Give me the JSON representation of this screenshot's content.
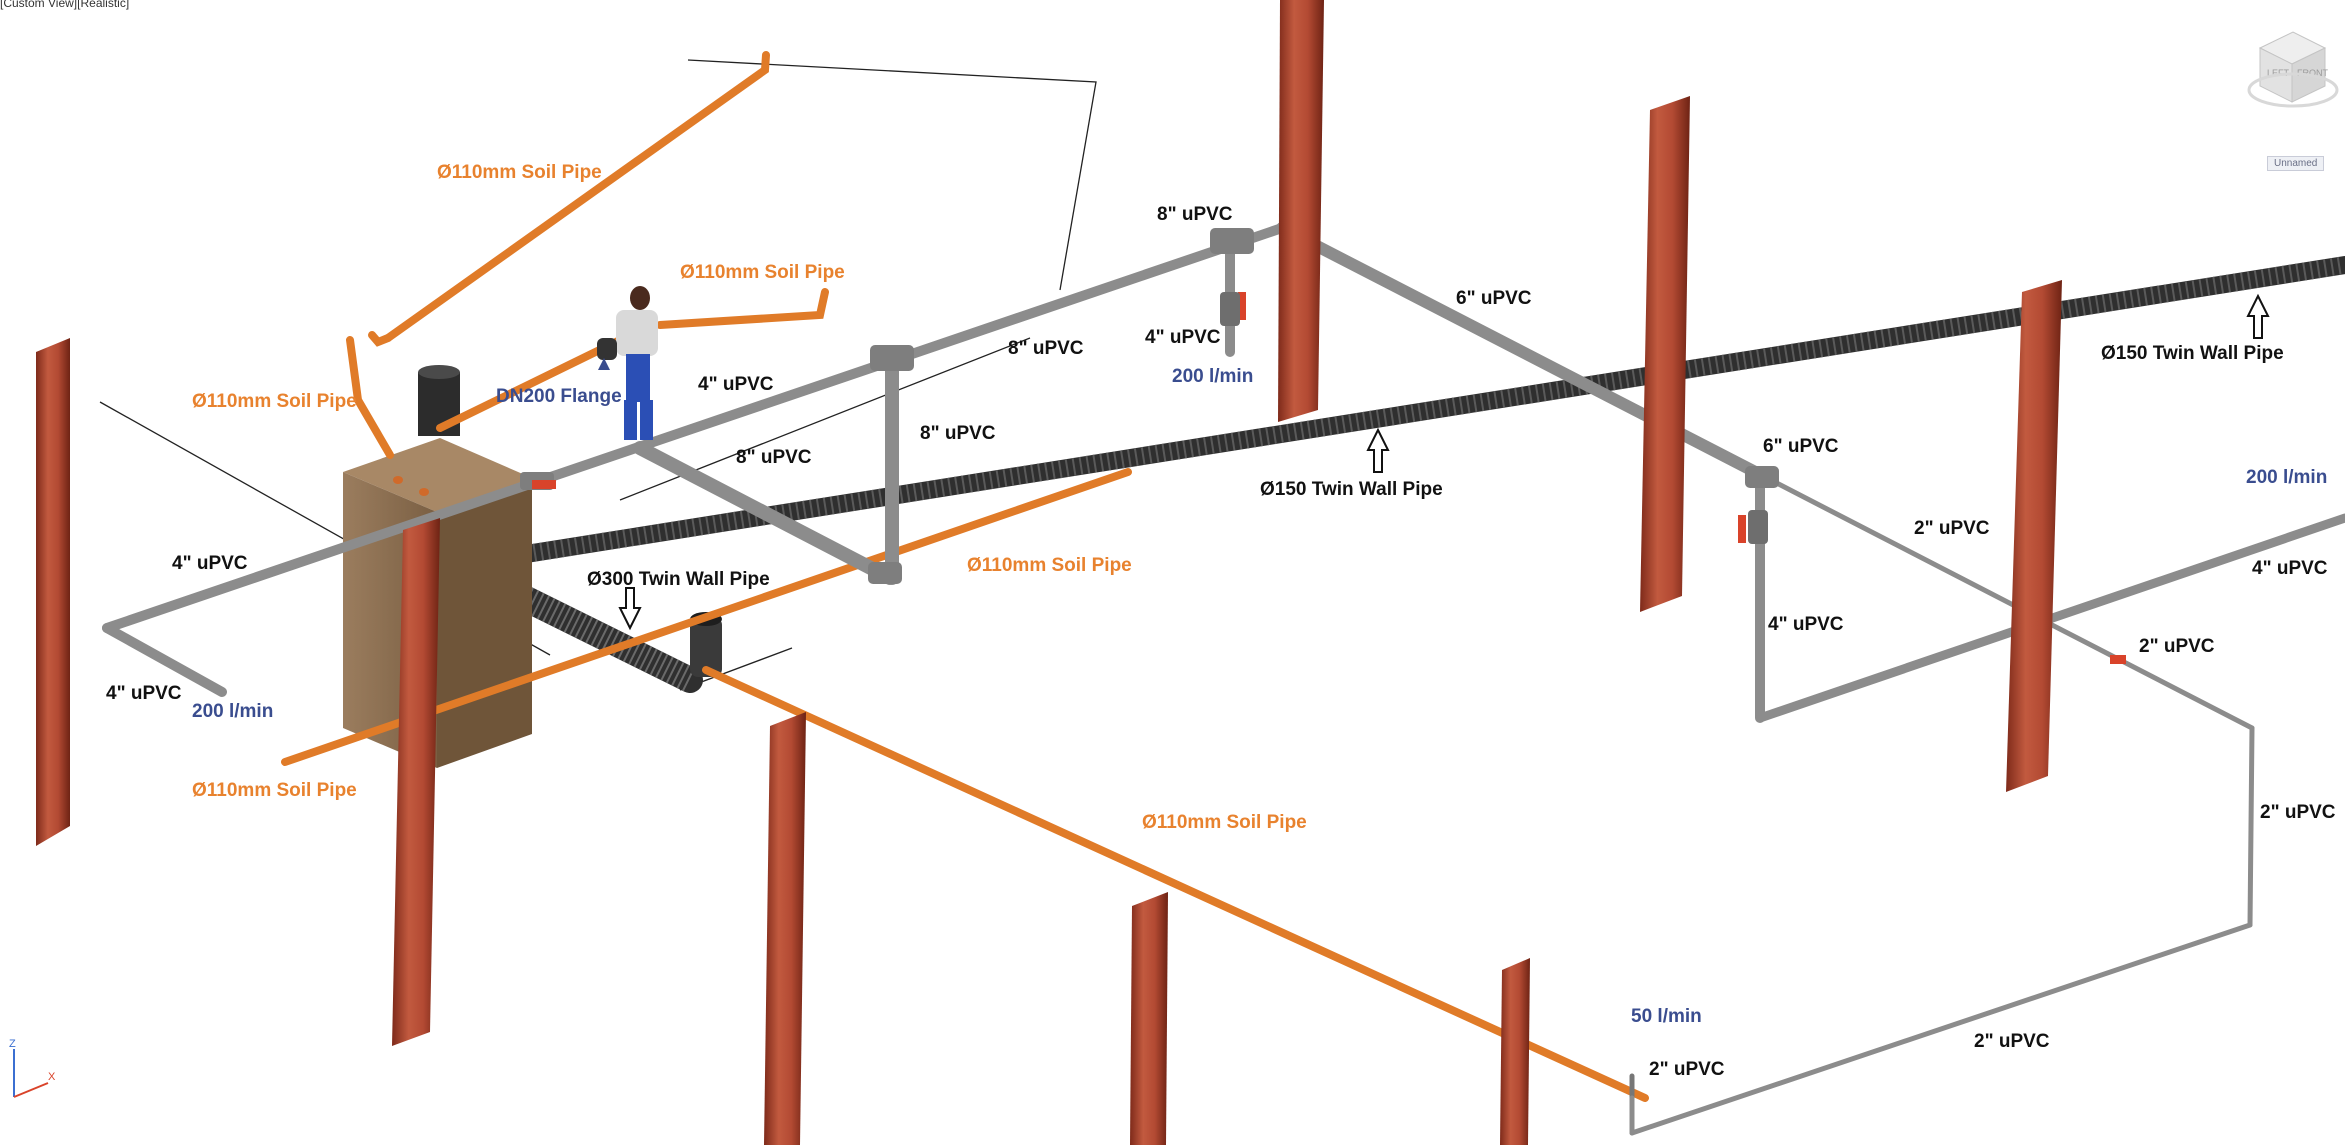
{
  "viewport": {
    "caption": "[Custom View][Realistic]",
    "named_view": "Unnamed",
    "viewcube": {
      "left": "LEFT",
      "front": "FRONT"
    },
    "ucs_axes": {
      "x": "X",
      "z": "Z"
    }
  },
  "colors": {
    "steel": "#b34a33",
    "upvc": "#8c8c8c",
    "soil_pipe": "#e07b28",
    "twin_wall": "#3c3c3c",
    "tank": "#8e7152",
    "label_black": "#111111",
    "label_orange": "#e8822e",
    "label_blue": "#3a4d8f"
  },
  "labels": {
    "soil_top": "Ø110mm Soil Pipe",
    "soil_mid": "Ø110mm Soil Pipe",
    "soil_left": "Ø110mm Soil Pipe",
    "soil_center": "Ø110mm Soil Pipe",
    "soil_bottom_left": "Ø110mm Soil Pipe",
    "soil_long": "Ø110mm Soil Pipe",
    "flange": "DN200 Flange",
    "upvc_8_top": "8\" uPVC",
    "upvc_8_a": "8\" uPVC",
    "upvc_8_b": "8\" uPVC",
    "upvc_8_c": "8\" uPVC",
    "upvc_6_a": "6\" uPVC",
    "upvc_6_b": "6\" uPVC",
    "upvc_4_a": "4\" uPVC",
    "upvc_4_b": "4\" uPVC",
    "upvc_4_c": "4\" uPVC",
    "upvc_4_d": "4\" uPVC",
    "upvc_4_e": "4\" uPVC",
    "upvc_4_f": "4\" uPVC",
    "upvc_2_a": "2\" uPVC",
    "upvc_2_b": "2\" uPVC",
    "upvc_2_c": "2\" uPVC",
    "upvc_2_d": "2\" uPVC",
    "upvc_2_e": "2\" uPVC",
    "flow_200_a": "200 l/min",
    "flow_200_b": "200 l/min",
    "flow_200_c": "200 l/min",
    "flow_50": "50 l/min",
    "twin_150_a": "Ø150 Twin Wall Pipe",
    "twin_150_b": "Ø150 Twin Wall Pipe",
    "twin_300": "Ø300 Twin Wall Pipe"
  }
}
